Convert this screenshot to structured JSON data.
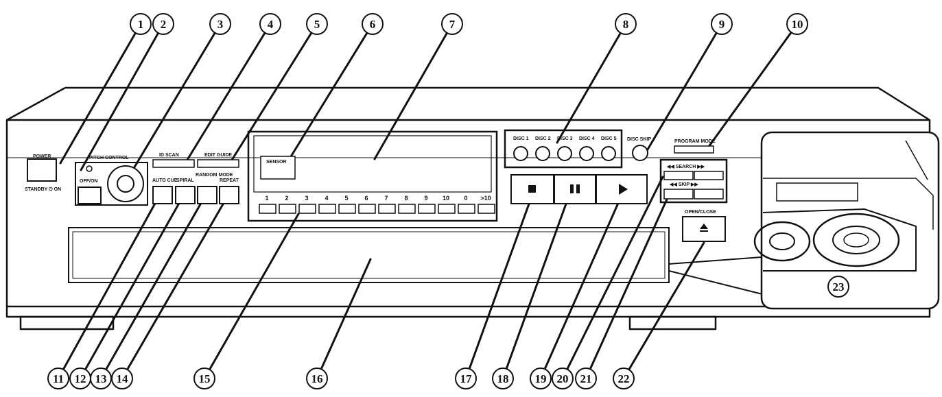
{
  "labels": {
    "power": "POWER",
    "standby": "STANDBY ⏻ ON",
    "pitch_control": "PITCH CONTROL",
    "off_on": "OFF/ON",
    "id_scan": "ID SCAN",
    "edit_guide": "EDIT GUIDE",
    "auto_cue": "AUTO CUE",
    "spiral": "SPIRAL",
    "random_mode": "RANDOM MODE",
    "repeat": "REPEAT",
    "sensor": "SENSOR",
    "disc_buttons": [
      "DISC 1",
      "DISC 2",
      "DISC 3",
      "DISC 4",
      "DISC 5"
    ],
    "disc_skip": "DISC SKIP",
    "program_mode": "PROGRAM MODE",
    "search": "◀◀ SEARCH ▶▶",
    "skip": "◀◀ SKIP ▶▶",
    "open_close": "OPEN/CLOSE",
    "numeric_keys": [
      "1",
      "2",
      "3",
      "4",
      "5",
      "6",
      "7",
      "8",
      "9",
      "10",
      "0",
      ">10"
    ]
  },
  "callouts": [
    "1",
    "2",
    "3",
    "4",
    "5",
    "6",
    "7",
    "8",
    "9",
    "10",
    "11",
    "12",
    "13",
    "14",
    "15",
    "16",
    "17",
    "18",
    "19",
    "20",
    "21",
    "22",
    "23"
  ]
}
